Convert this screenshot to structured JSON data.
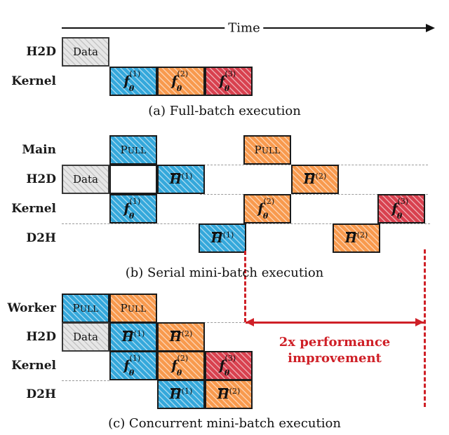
{
  "figure": {
    "time_axis_label": "Time",
    "panels": [
      {
        "id": "a",
        "caption": "(a) Full-batch execution",
        "rows": [
          "H2D",
          "Kernel"
        ]
      },
      {
        "id": "b",
        "caption": "(b) Serial mini-batch execution",
        "rows": [
          "Main",
          "H2D",
          "Kernel",
          "D2H"
        ]
      },
      {
        "id": "c",
        "caption": "(c) Concurrent mini-batch execution",
        "rows": [
          "Worker",
          "H2D",
          "Kernel",
          "D2H"
        ]
      }
    ]
  },
  "labels": {
    "row_h2d": "H2D",
    "row_kernel": "Kernel",
    "row_main": "Main",
    "row_d2h": "D2H",
    "row_worker": "Worker",
    "data": "Data",
    "pull_first": "P",
    "pull_rest": "ULL",
    "f_symbol": "f",
    "theta_symbol": "θ",
    "h_symbol": "H",
    "sup1": "(1)",
    "sup2": "(2)",
    "sup3": "(3)"
  },
  "annotation": {
    "line1": "2x performance",
    "line2": "improvement"
  },
  "colors": {
    "blue": "#35a8db",
    "orange": "#f89a4e",
    "red": "#d8414f",
    "gray": "#e6e6e6",
    "annotation_red": "#cf2027",
    "outline": "#1a1a1a",
    "guide_gray": "#9a9a9a"
  },
  "chart_data": {
    "type": "table",
    "title": "GPU execution timeline comparison: full-batch vs serial mini-batch vs concurrent mini-batch",
    "xlabel": "Time",
    "panels": [
      {
        "id": "a",
        "caption": "(a) Full-batch execution",
        "streams": [
          {
            "name": "H2D",
            "blocks": [
              {
                "label": "Data",
                "color": "gray",
                "start": 0,
                "end": 1
              }
            ]
          },
          {
            "name": "Kernel",
            "blocks": [
              {
                "label": "f_theta^(1)",
                "color": "blue",
                "start": 1,
                "end": 2
              },
              {
                "label": "f_theta^(2)",
                "color": "orange",
                "start": 2,
                "end": 3
              },
              {
                "label": "f_theta^(3)",
                "color": "red",
                "start": 3,
                "end": 4
              }
            ]
          }
        ]
      },
      {
        "id": "b",
        "caption": "(b) Serial mini-batch execution",
        "streams": [
          {
            "name": "Main",
            "blocks": [
              {
                "label": "PULL",
                "color": "blue",
                "start": 1,
                "end": 2
              },
              {
                "label": "PULL",
                "color": "orange",
                "start": 4,
                "end": 5
              }
            ]
          },
          {
            "name": "H2D",
            "blocks": [
              {
                "label": "Data",
                "color": "gray",
                "start": 0,
                "end": 1
              },
              {
                "label": "empty",
                "color": "white",
                "start": 1,
                "end": 2
              },
              {
                "label": "Hbar^(1)",
                "color": "blue",
                "start": 2,
                "end": 3
              },
              {
                "label": "Hbar^(2)",
                "color": "orange",
                "start": 5,
                "end": 6
              }
            ]
          },
          {
            "name": "Kernel",
            "blocks": [
              {
                "label": "f_theta^(1)",
                "color": "blue",
                "start": 1,
                "end": 2
              },
              {
                "label": "f_theta^(2)",
                "color": "orange",
                "start": 4,
                "end": 5
              },
              {
                "label": "f_theta^(3)",
                "color": "red",
                "start": 7,
                "end": 8
              }
            ]
          },
          {
            "name": "D2H",
            "blocks": [
              {
                "label": "Hbar^(1)",
                "color": "blue",
                "start": 3,
                "end": 4
              },
              {
                "label": "Hbar^(2)",
                "color": "orange",
                "start": 6,
                "end": 7
              }
            ]
          }
        ],
        "markers": [
          {
            "type": "vertical-dashed",
            "color": "annotation_red",
            "at": 4
          },
          {
            "type": "vertical-dashed",
            "color": "annotation_red",
            "at": 8
          }
        ]
      },
      {
        "id": "c",
        "caption": "(c) Concurrent mini-batch execution",
        "streams": [
          {
            "name": "Worker",
            "blocks": [
              {
                "label": "PULL",
                "color": "blue",
                "start": 0,
                "end": 1
              },
              {
                "label": "PULL",
                "color": "orange",
                "start": 1,
                "end": 2
              }
            ]
          },
          {
            "name": "H2D",
            "blocks": [
              {
                "label": "Data",
                "color": "gray",
                "start": 0,
                "end": 1
              },
              {
                "label": "Hbar^(1)",
                "color": "blue",
                "start": 1,
                "end": 2
              },
              {
                "label": "Hbar^(2)",
                "color": "orange",
                "start": 2,
                "end": 3
              }
            ]
          },
          {
            "name": "Kernel",
            "blocks": [
              {
                "label": "f_theta^(1)",
                "color": "blue",
                "start": 1,
                "end": 2
              },
              {
                "label": "f_theta^(2)",
                "color": "orange",
                "start": 2,
                "end": 3
              },
              {
                "label": "f_theta^(3)",
                "color": "red",
                "start": 3,
                "end": 4
              }
            ]
          },
          {
            "name": "D2H",
            "blocks": [
              {
                "label": "Hbar^(1)",
                "color": "blue",
                "start": 2,
                "end": 3
              },
              {
                "label": "Hbar^(2)",
                "color": "orange",
                "start": 3,
                "end": 4
              }
            ]
          }
        ],
        "markers": [
          {
            "type": "vertical-dashed",
            "color": "annotation_red",
            "at": 4
          },
          {
            "type": "vertical-dashed",
            "color": "annotation_red",
            "at": 8
          },
          {
            "type": "double-arrow",
            "color": "annotation_red",
            "from": 4,
            "to": 8,
            "text": "2x performance improvement"
          }
        ]
      }
    ]
  }
}
